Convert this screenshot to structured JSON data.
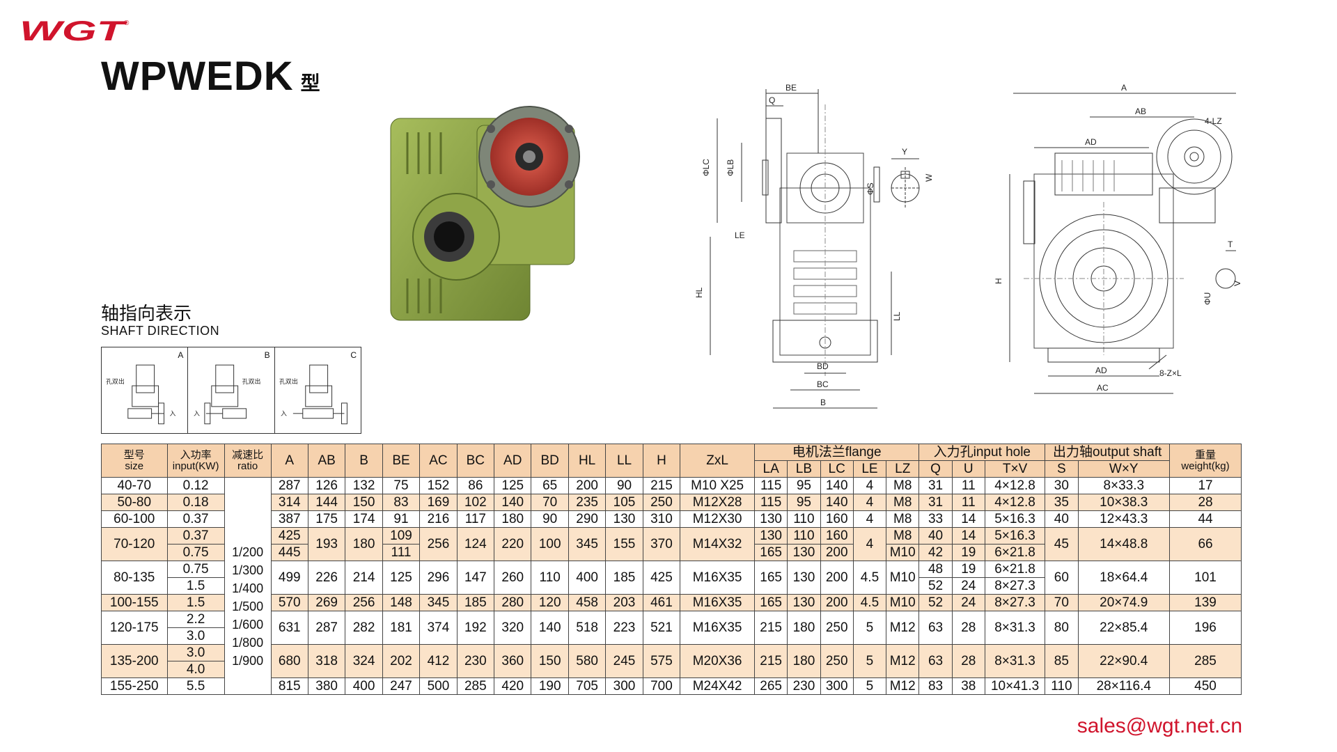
{
  "brand": {
    "logo_text": "WGT",
    "trademark": "®",
    "color": "#d0142c"
  },
  "header": {
    "model": "WPWEDK",
    "model_suffix": "型"
  },
  "shaft_direction": {
    "title_cn": "轴指向表示",
    "title_en": "SHAFT DIRECTION",
    "panels": [
      {
        "letter": "A",
        "label_output": "孔双出",
        "label_input": "入"
      },
      {
        "letter": "B",
        "label_output": "孔双出",
        "label_input": "入"
      },
      {
        "letter": "C",
        "label_output": "孔双出",
        "label_input": "入"
      }
    ]
  },
  "side_view_labels": {
    "be": "BE",
    "q": "Q",
    "lc": "ΦLC",
    "lb": "ΦLB",
    "le": "LE",
    "hl": "HL",
    "ll": "LL",
    "bd": "BD",
    "bc": "BC",
    "b": "B",
    "y": "Y",
    "w": "W",
    "s": "ΦS"
  },
  "front_view_labels": {
    "a": "A",
    "ab": "AB",
    "lz": "4-LZ",
    "ad_top": "AD",
    "h": "H",
    "t": "T",
    "v": "V",
    "u": "ΦU",
    "zxl": "8-Z×L",
    "ad_bottom": "AD",
    "ac": "AC"
  },
  "table": {
    "header_row1": {
      "size": "型号",
      "size_en": "size",
      "input": "入功率",
      "input_en": "input(KW)",
      "ratio": "减速比",
      "ratio_en": "ratio",
      "A": "A",
      "AB": "AB",
      "B": "B",
      "BE": "BE",
      "AC": "AC",
      "BC": "BC",
      "AD": "AD",
      "BD": "BD",
      "HL": "HL",
      "LL": "LL",
      "H": "H",
      "ZxL": "ZxL",
      "flange": "电机法兰flange",
      "input_hole": "入力孔input hole",
      "output_shaft": "出力轴output shaft",
      "weight": "重量",
      "weight_en": "weight(kg)"
    },
    "header_row2": {
      "LA": "LA",
      "LB": "LB",
      "LC": "LC",
      "LE": "LE",
      "LZ": "LZ",
      "Q": "Q",
      "U": "U",
      "TxV": "T×V",
      "S": "S",
      "WxY": "W×Y"
    },
    "ratios": [
      "1/200",
      "1/300",
      "1/400",
      "1/500",
      "1/600",
      "1/800",
      "1/900"
    ],
    "rows": [
      {
        "size": "40-70",
        "power": [
          "0.12"
        ],
        "A": [
          "287"
        ],
        "AB": "126",
        "B": "132",
        "BE": [
          "75"
        ],
        "AC": "152",
        "BC": "86",
        "AD": "125",
        "BD": "65",
        "HL": "200",
        "LL": "90",
        "H": "215",
        "ZxL": "M10 X25",
        "LA": [
          "115"
        ],
        "LB": [
          "95"
        ],
        "LC": [
          "140"
        ],
        "LE": "4",
        "LZ": [
          "M8"
        ],
        "Q": [
          "31"
        ],
        "U": [
          "11"
        ],
        "TxV": [
          "4×12.8"
        ],
        "S": "30",
        "WxY": "8×33.3",
        "weight": "17",
        "band": false
      },
      {
        "size": "50-80",
        "power": [
          "0.18"
        ],
        "A": [
          "314"
        ],
        "AB": "144",
        "B": "150",
        "BE": [
          "83"
        ],
        "AC": "169",
        "BC": "102",
        "AD": "140",
        "BD": "70",
        "HL": "235",
        "LL": "105",
        "H": "250",
        "ZxL": "M12X28",
        "LA": [
          "115"
        ],
        "LB": [
          "95"
        ],
        "LC": [
          "140"
        ],
        "LE": "4",
        "LZ": [
          "M8"
        ],
        "Q": [
          "31"
        ],
        "U": [
          "11"
        ],
        "TxV": [
          "4×12.8"
        ],
        "S": "35",
        "WxY": "10×38.3",
        "weight": "28",
        "band": true
      },
      {
        "size": "60-100",
        "power": [
          "0.37"
        ],
        "A": [
          "387"
        ],
        "AB": "175",
        "B": "174",
        "BE": [
          "91"
        ],
        "AC": "216",
        "BC": "117",
        "AD": "180",
        "BD": "90",
        "HL": "290",
        "LL": "130",
        "H": "310",
        "ZxL": "M12X30",
        "LA": [
          "130"
        ],
        "LB": [
          "110"
        ],
        "LC": [
          "160"
        ],
        "LE": "4",
        "LZ": [
          "M8"
        ],
        "Q": [
          "33"
        ],
        "U": [
          "14"
        ],
        "TxV": [
          "5×16.3"
        ],
        "S": "40",
        "WxY": "12×43.3",
        "weight": "44",
        "band": false
      },
      {
        "size": "70-120",
        "power": [
          "0.37",
          "0.75"
        ],
        "A": [
          "425",
          "445"
        ],
        "AB": "193",
        "B": "180",
        "BE": [
          "109",
          "111"
        ],
        "AC": "256",
        "BC": "124",
        "AD": "220",
        "BD": "100",
        "HL": "345",
        "LL": "155",
        "H": "370",
        "ZxL": "M14X32",
        "LA": [
          "130",
          "165"
        ],
        "LB": [
          "110",
          "130"
        ],
        "LC": [
          "160",
          "200"
        ],
        "LE": "4",
        "LZ": [
          "M8",
          "M10"
        ],
        "Q": [
          "40",
          "42"
        ],
        "U": [
          "14",
          "19"
        ],
        "TxV": [
          "5×16.3",
          "6×21.8"
        ],
        "S": "45",
        "WxY": "14×48.8",
        "weight": "66",
        "band": true
      },
      {
        "size": "80-135",
        "power": [
          "0.75",
          "1.5"
        ],
        "A": [
          "499"
        ],
        "AB": "226",
        "B": "214",
        "BE": [
          "125"
        ],
        "AC": "296",
        "BC": "147",
        "AD": "260",
        "BD": "110",
        "HL": "400",
        "LL": "185",
        "H": "425",
        "ZxL": "M16X35",
        "LA": [
          "165"
        ],
        "LB": [
          "130"
        ],
        "LC": [
          "200"
        ],
        "LE": "4.5",
        "LZ": [
          "M10"
        ],
        "Q": [
          "48",
          "52"
        ],
        "U": [
          "19",
          "24"
        ],
        "TxV": [
          "6×21.8",
          "8×27.3"
        ],
        "S": "60",
        "WxY": "18×64.4",
        "weight": "101",
        "band": false
      },
      {
        "size": "100-155",
        "power": [
          "1.5"
        ],
        "A": [
          "570"
        ],
        "AB": "269",
        "B": "256",
        "BE": [
          "148"
        ],
        "AC": "345",
        "BC": "185",
        "AD": "280",
        "BD": "120",
        "HL": "458",
        "LL": "203",
        "H": "461",
        "ZxL": "M16X35",
        "LA": [
          "165"
        ],
        "LB": [
          "130"
        ],
        "LC": [
          "200"
        ],
        "LE": "4.5",
        "LZ": [
          "M10"
        ],
        "Q": [
          "52"
        ],
        "U": [
          "24"
        ],
        "TxV": [
          "8×27.3"
        ],
        "S": "70",
        "WxY": "20×74.9",
        "weight": "139",
        "band": true
      },
      {
        "size": "120-175",
        "power": [
          "2.2",
          "3.0"
        ],
        "A": [
          "631"
        ],
        "AB": "287",
        "B": "282",
        "BE": [
          "181"
        ],
        "AC": "374",
        "BC": "192",
        "AD": "320",
        "BD": "140",
        "HL": "518",
        "LL": "223",
        "H": "521",
        "ZxL": "M16X35",
        "LA": [
          "215"
        ],
        "LB": [
          "180"
        ],
        "LC": [
          "250"
        ],
        "LE": "5",
        "LZ": [
          "M12"
        ],
        "Q": [
          "63"
        ],
        "U": [
          "28"
        ],
        "TxV": [
          "8×31.3"
        ],
        "S": "80",
        "WxY": "22×85.4",
        "weight": "196",
        "band": false
      },
      {
        "size": "135-200",
        "power": [
          "3.0",
          "4.0"
        ],
        "A": [
          "680"
        ],
        "AB": "318",
        "B": "324",
        "BE": [
          "202"
        ],
        "AC": "412",
        "BC": "230",
        "AD": "360",
        "BD": "150",
        "HL": "580",
        "LL": "245",
        "H": "575",
        "ZxL": "M20X36",
        "LA": [
          "215"
        ],
        "LB": [
          "180"
        ],
        "LC": [
          "250"
        ],
        "LE": "5",
        "LZ": [
          "M12"
        ],
        "Q": [
          "63"
        ],
        "U": [
          "28"
        ],
        "TxV": [
          "8×31.3"
        ],
        "S": "85",
        "WxY": "22×90.4",
        "weight": "285",
        "band": true
      },
      {
        "size": "155-250",
        "power": [
          "5.5"
        ],
        "A": [
          "815"
        ],
        "AB": "380",
        "B": "400",
        "BE": [
          "247"
        ],
        "AC": "500",
        "BC": "285",
        "AD": "420",
        "BD": "190",
        "HL": "705",
        "LL": "300",
        "H": "700",
        "ZxL": "M24X42",
        "LA": [
          "265"
        ],
        "LB": [
          "230"
        ],
        "LC": [
          "300"
        ],
        "LE": "5",
        "LZ": [
          "M12"
        ],
        "Q": [
          "83"
        ],
        "U": [
          "38"
        ],
        "TxV": [
          "10×41.3"
        ],
        "S": "110",
        "WxY": "28×116.4",
        "weight": "450",
        "band": false
      }
    ]
  },
  "contact": {
    "email": "sales@wgt.net.cn",
    "color": "#d0142c"
  },
  "colors": {
    "header_fill": "#f6d2ae",
    "band_fill": "#fbe3c9",
    "housing_green": "#8fa548",
    "flange_red": "#c8433a"
  }
}
